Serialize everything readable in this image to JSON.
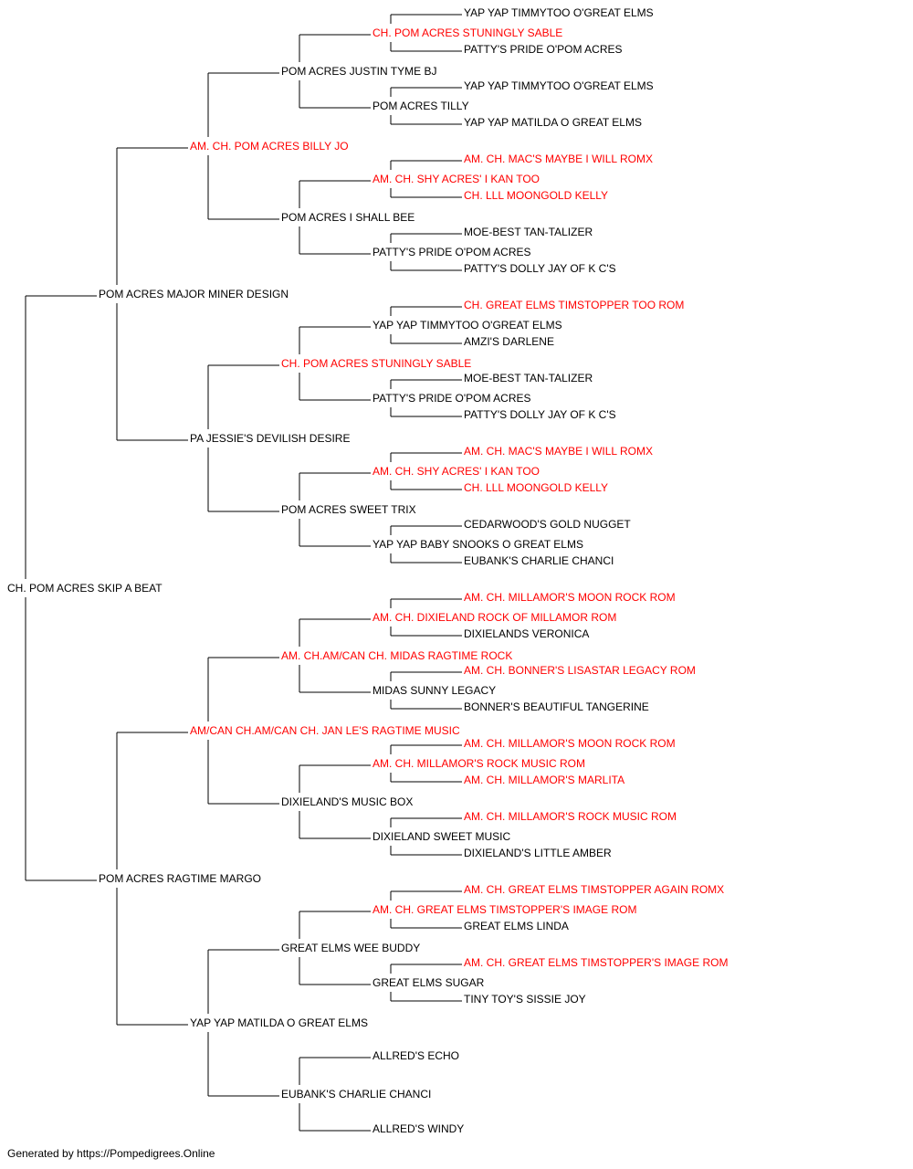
{
  "colors": {
    "champion": "#ff0000",
    "normal": "#000000",
    "line": "#000000"
  },
  "pedigree": {
    "name": "CH. POM ACRES SKIP A BEAT",
    "ch": false,
    "sire": {
      "name": "POM ACRES MAJOR MINER DESIGN",
      "ch": false,
      "sire": {
        "name": "AM. CH. POM ACRES BILLY JO",
        "ch": true,
        "sire": {
          "name": "POM ACRES JUSTIN TYME BJ",
          "ch": false,
          "sire": {
            "name": "CH. POM ACRES STUNINGLY SABLE",
            "ch": true,
            "sire": {
              "name": "YAP YAP TIMMYTOO O'GREAT ELMS",
              "ch": false
            },
            "dam": {
              "name": "PATTY'S PRIDE O'POM ACRES",
              "ch": false
            }
          },
          "dam": {
            "name": "POM ACRES TILLY",
            "ch": false,
            "sire": {
              "name": "YAP YAP TIMMYTOO O'GREAT ELMS",
              "ch": false
            },
            "dam": {
              "name": "YAP YAP MATILDA O GREAT ELMS",
              "ch": false
            }
          }
        },
        "dam": {
          "name": "POM ACRES I SHALL BEE",
          "ch": false,
          "sire": {
            "name": "AM. CH. SHY ACRES' I KAN TOO",
            "ch": true,
            "sire": {
              "name": "AM. CH. MAC'S MAYBE I WILL ROMX",
              "ch": true
            },
            "dam": {
              "name": "CH. LLL MOONGOLD KELLY",
              "ch": true
            }
          },
          "dam": {
            "name": "PATTY'S PRIDE O'POM ACRES",
            "ch": false,
            "sire": {
              "name": "MOE-BEST TAN-TALIZER",
              "ch": false
            },
            "dam": {
              "name": "PATTY'S DOLLY JAY OF K C'S",
              "ch": false
            }
          }
        }
      },
      "dam": {
        "name": "PA JESSIE'S DEVILISH DESIRE",
        "ch": false,
        "sire": {
          "name": "CH. POM ACRES STUNINGLY SABLE",
          "ch": true,
          "sire": {
            "name": "YAP YAP TIMMYTOO O'GREAT ELMS",
            "ch": false,
            "sire": {
              "name": "CH. GREAT ELMS TIMSTOPPER TOO ROM",
              "ch": true
            },
            "dam": {
              "name": "AMZI'S DARLENE",
              "ch": false
            }
          },
          "dam": {
            "name": "PATTY'S PRIDE O'POM ACRES",
            "ch": false,
            "sire": {
              "name": "MOE-BEST TAN-TALIZER",
              "ch": false
            },
            "dam": {
              "name": "PATTY'S DOLLY JAY OF K C'S",
              "ch": false
            }
          }
        },
        "dam": {
          "name": "POM ACRES SWEET TRIX",
          "ch": false,
          "sire": {
            "name": "AM. CH. SHY ACRES' I KAN TOO",
            "ch": true,
            "sire": {
              "name": "AM. CH. MAC'S MAYBE I WILL ROMX",
              "ch": true
            },
            "dam": {
              "name": "CH. LLL MOONGOLD KELLY",
              "ch": true
            }
          },
          "dam": {
            "name": "YAP YAP BABY SNOOKS O GREAT ELMS",
            "ch": false,
            "sire": {
              "name": "CEDARWOOD'S GOLD NUGGET",
              "ch": false
            },
            "dam": {
              "name": "EUBANK'S CHARLIE CHANCI",
              "ch": false
            }
          }
        }
      }
    },
    "dam": {
      "name": "POM ACRES RAGTIME MARGO",
      "ch": false,
      "sire": {
        "name": "AM/CAN CH.AM/CAN CH. JAN LE'S RAGTIME MUSIC",
        "ch": true,
        "sire": {
          "name": "AM. CH.AM/CAN CH. MIDAS RAGTIME ROCK",
          "ch": true,
          "sire": {
            "name": "AM. CH. DIXIELAND ROCK OF MILLAMOR ROM",
            "ch": true,
            "sire": {
              "name": "AM. CH. MILLAMOR'S MOON ROCK ROM",
              "ch": true
            },
            "dam": {
              "name": "DIXIELANDS VERONICA",
              "ch": false
            }
          },
          "dam": {
            "name": "MIDAS SUNNY LEGACY",
            "ch": false,
            "sire": {
              "name": "AM. CH. BONNER'S LISASTAR LEGACY ROM",
              "ch": true
            },
            "dam": {
              "name": "BONNER'S BEAUTIFUL TANGERINE",
              "ch": false
            }
          }
        },
        "dam": {
          "name": "DIXIELAND'S MUSIC BOX",
          "ch": false,
          "sire": {
            "name": "AM. CH. MILLAMOR'S ROCK MUSIC ROM",
            "ch": true,
            "sire": {
              "name": "AM. CH. MILLAMOR'S MOON ROCK ROM",
              "ch": true
            },
            "dam": {
              "name": "AM. CH. MILLAMOR'S MARLITA",
              "ch": true
            }
          },
          "dam": {
            "name": "DIXIELAND SWEET MUSIC",
            "ch": false,
            "sire": {
              "name": "AM. CH. MILLAMOR'S ROCK MUSIC ROM",
              "ch": true
            },
            "dam": {
              "name": "DIXIELAND'S LITTLE AMBER",
              "ch": false
            }
          }
        }
      },
      "dam": {
        "name": "YAP YAP MATILDA O GREAT ELMS",
        "ch": false,
        "sire": {
          "name": "GREAT ELMS WEE BUDDY",
          "ch": false,
          "sire": {
            "name": "AM. CH. GREAT ELMS TIMSTOPPER'S IMAGE ROM",
            "ch": true,
            "sire": {
              "name": "AM. CH. GREAT ELMS TIMSTOPPER AGAIN ROMX",
              "ch": true
            },
            "dam": {
              "name": "GREAT ELMS LINDA",
              "ch": false
            }
          },
          "dam": {
            "name": "GREAT ELMS SUGAR",
            "ch": false,
            "sire": {
              "name": "AM. CH. GREAT ELMS TIMSTOPPER'S IMAGE ROM",
              "ch": true
            },
            "dam": {
              "name": "TINY TOY'S SISSIE JOY",
              "ch": false
            }
          }
        },
        "dam": {
          "name": "EUBANK'S CHARLIE CHANCI",
          "ch": false,
          "sire": {
            "name": "ALLRED'S ECHO",
            "ch": false
          },
          "dam": {
            "name": "ALLRED'S WINDY",
            "ch": false
          }
        }
      }
    }
  },
  "footer": {
    "text": "Generated by https://Pompedigrees.Online"
  }
}
